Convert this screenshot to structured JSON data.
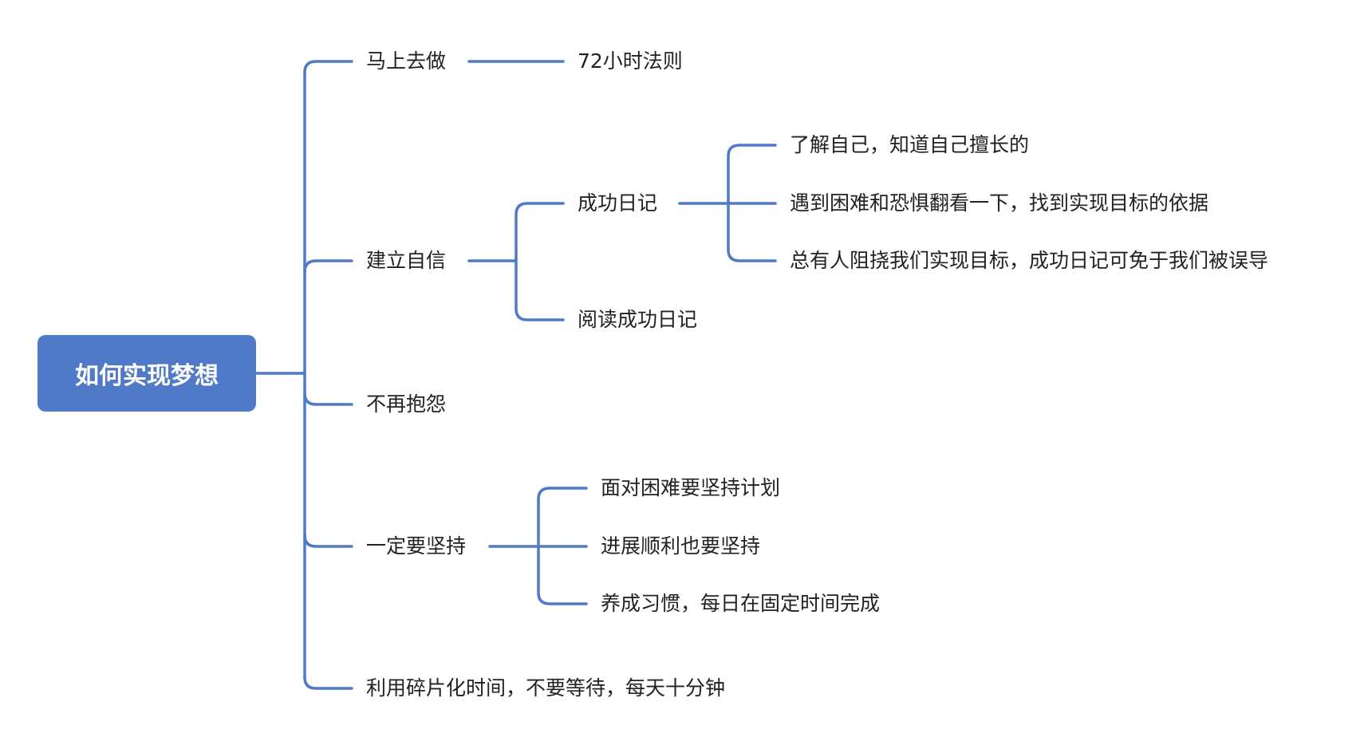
{
  "mindmap": {
    "root": "如何实现梦想",
    "branches": [
      {
        "label": "马上去做",
        "children": [
          {
            "label": "72小时法则"
          }
        ]
      },
      {
        "label": "建立自信",
        "children": [
          {
            "label": "成功日记",
            "children": [
              {
                "label": "了解自己，知道自己擅长的"
              },
              {
                "label": "遇到困难和恐惧翻看一下，找到实现目标的依据"
              },
              {
                "label": "总有人阻挠我们实现目标，成功日记可免于我们被误导"
              }
            ]
          },
          {
            "label": "阅读成功日记"
          }
        ]
      },
      {
        "label": "不再抱怨"
      },
      {
        "label": "一定要坚持",
        "children": [
          {
            "label": "面对困难要坚持计划"
          },
          {
            "label": "进展顺利也要坚持"
          },
          {
            "label": "养成习惯，每日在固定时间完成"
          }
        ]
      },
      {
        "label": "利用碎片化时间，不要等待，每天十分钟"
      }
    ]
  },
  "colors": {
    "accent": "#5079c8",
    "text": "#222222",
    "root_text": "#ffffff"
  }
}
